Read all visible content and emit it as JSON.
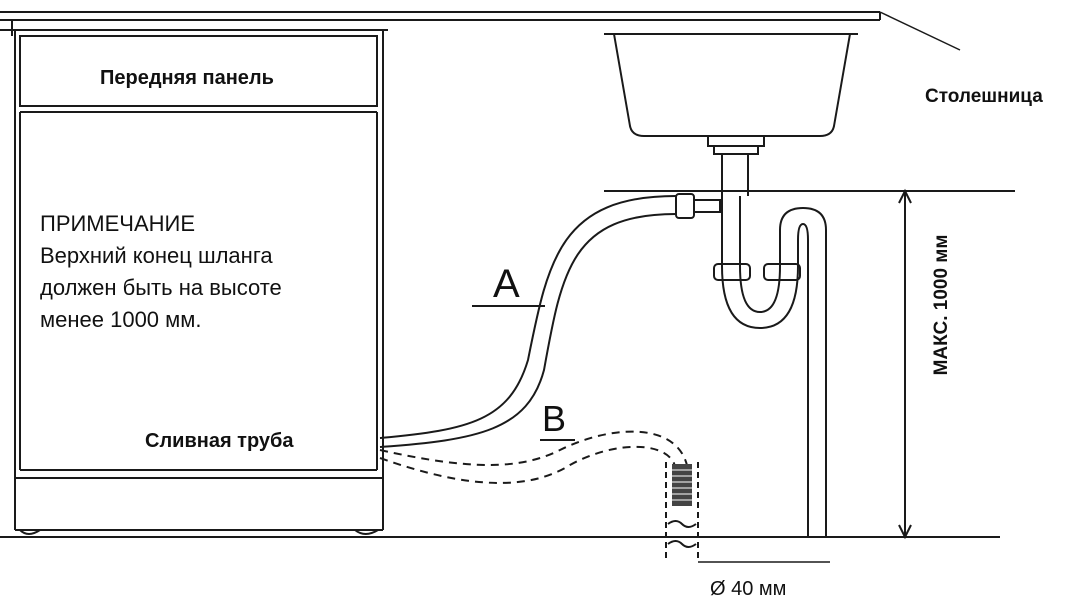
{
  "labels": {
    "front_panel": "Передняя панель",
    "countertop": "Столешница",
    "note_title": "ПРИМЕЧАНИЕ",
    "note_lines": [
      "Верхний конец шланга",
      "должен быть на высоте",
      "менее 1000 мм."
    ],
    "drain_pipe": "Сливная труба",
    "max_height": "МАКС. 1000 мм",
    "diameter": "Ø  40 мм",
    "hose_a": "A",
    "hose_b": "B"
  },
  "colors": {
    "line": "#1a1a1a",
    "background": "#ffffff"
  }
}
